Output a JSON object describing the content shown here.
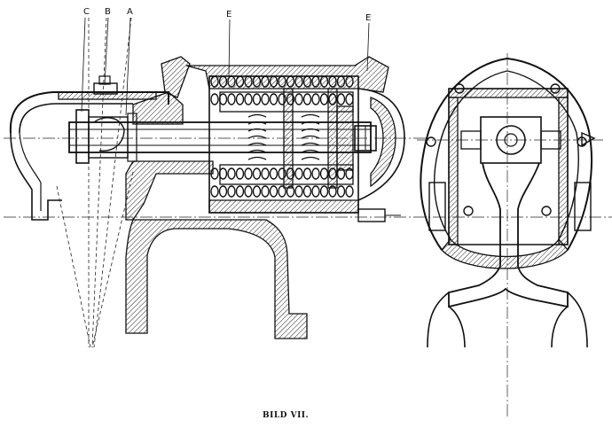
{
  "labels": {
    "c": "C",
    "b": "B",
    "a": "A",
    "e1": "E",
    "e2": "E"
  },
  "caption": "BILD VII."
}
